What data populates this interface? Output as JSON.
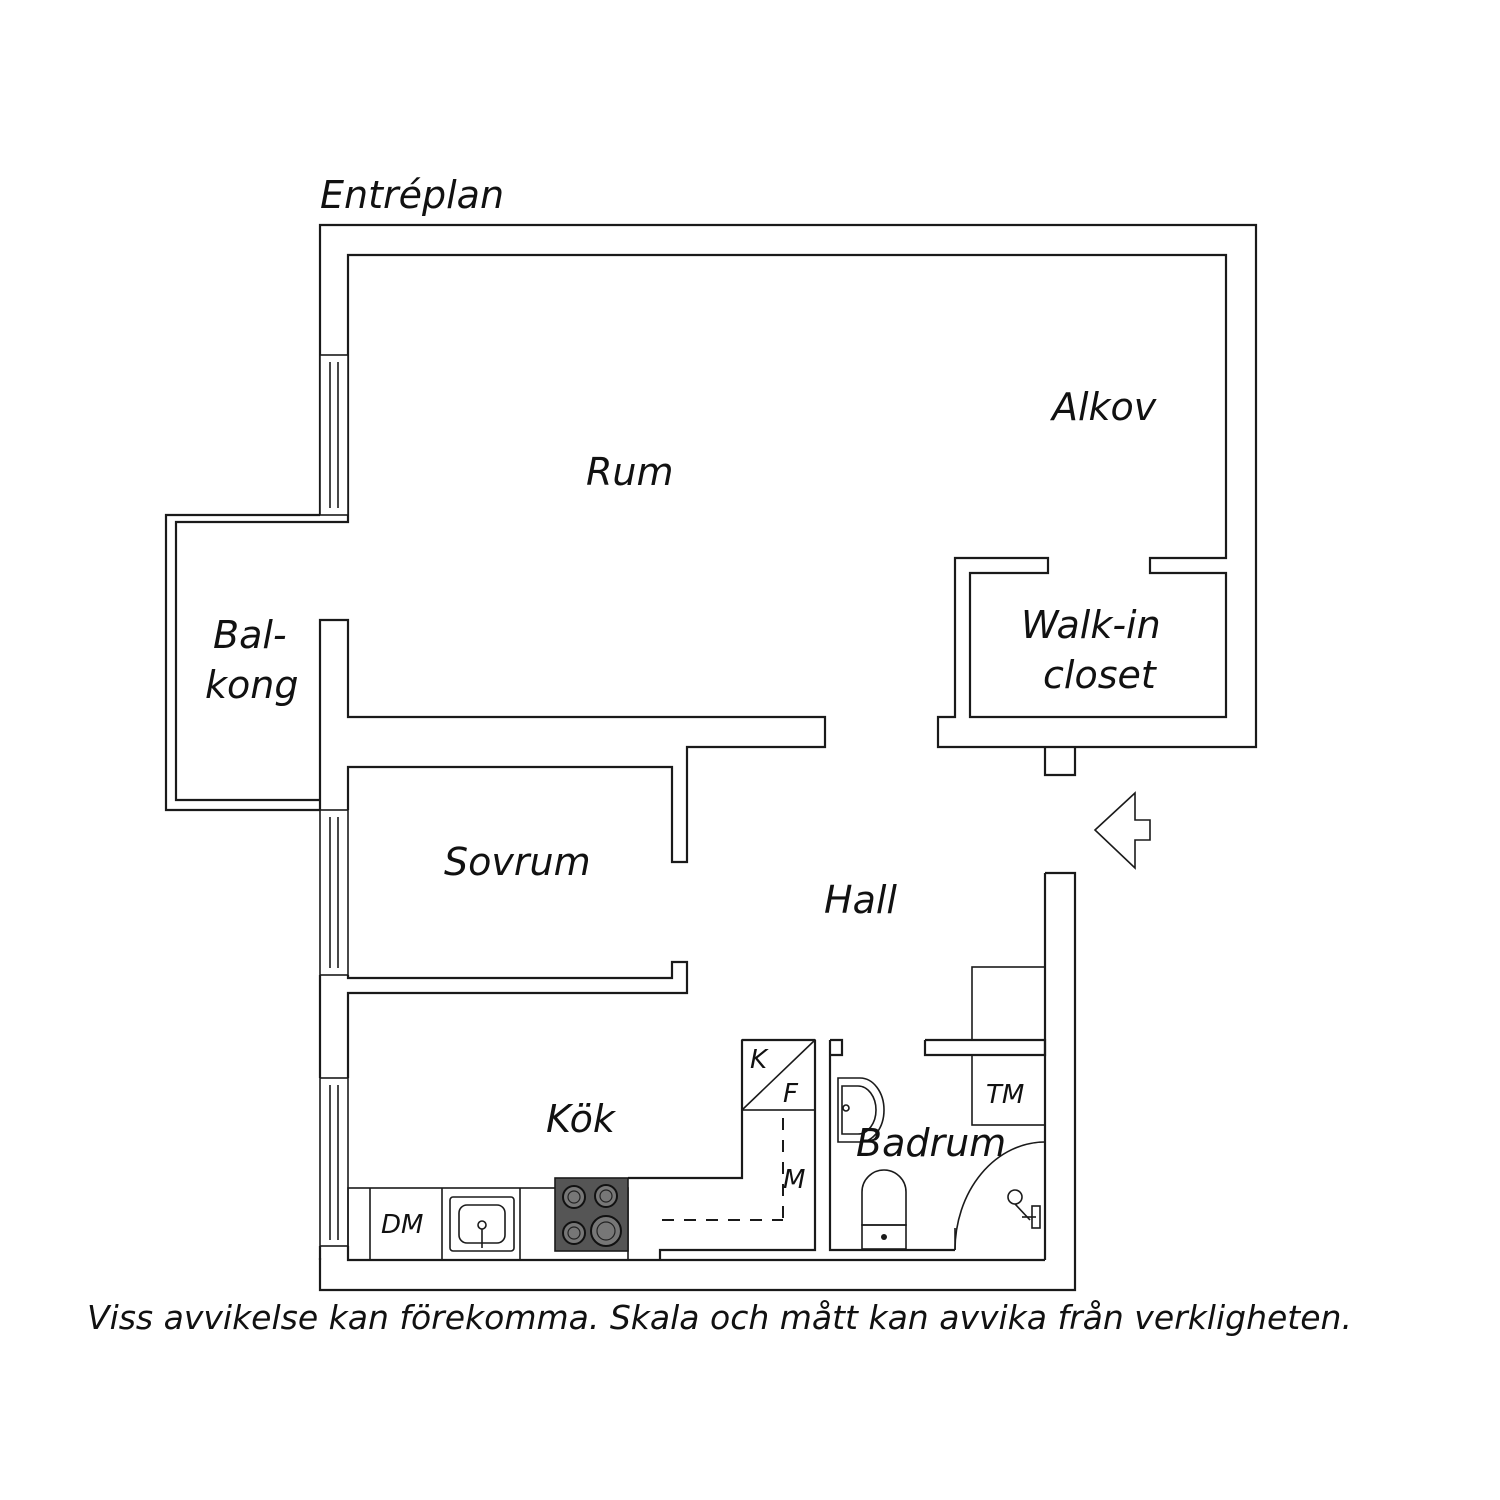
{
  "plan_title": "Entréplan",
  "rooms": {
    "rum": "Rum",
    "alkov": "Alkov",
    "walkin_line1": "Walk-in",
    "walkin_line2": "closet",
    "balkong_line1": "Bal-",
    "balkong_line2": "kong",
    "sovrum": "Sovrum",
    "hall": "Hall",
    "kok": "Kök",
    "badrum": "Badrum"
  },
  "fixtures": {
    "dishwasher": "DM",
    "fridge": "K",
    "freezer": "F",
    "microwave": "M",
    "washer": "TM"
  },
  "disclaimer": "Viss avvikelse kan förekomma. Skala och mått kan avvika från verkligheten.",
  "colors": {
    "wall": "#1a1a1a",
    "stove": "#555555",
    "background": "#ffffff"
  }
}
